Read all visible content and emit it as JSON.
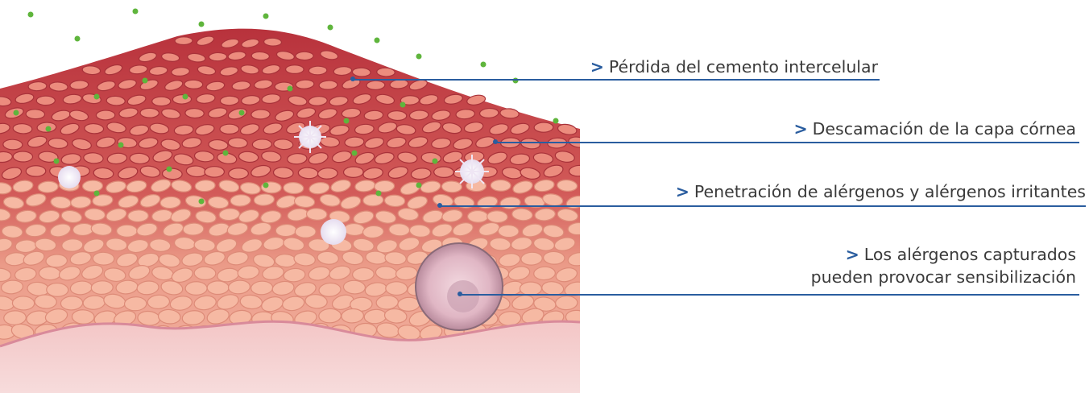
{
  "marker": ">",
  "colors": {
    "accent": "#2a5d9f",
    "text": "#3a3a3a",
    "skin_upper": "#c2464e",
    "skin_lower": "#f0a994",
    "allergen": "#5fb53c"
  },
  "callouts": [
    {
      "id": "cement",
      "lines": [
        "Pérdida del cemento intercelular"
      ]
    },
    {
      "id": "desquamation",
      "lines": [
        "Descamación de la capa córnea"
      ]
    },
    {
      "id": "penetration",
      "lines": [
        "Penetración de alérgenos y alérgenos irritantes"
      ]
    },
    {
      "id": "sensitization",
      "lines": [
        "Los alérgenos capturados",
        "pueden provocar sensibilización"
      ]
    }
  ]
}
